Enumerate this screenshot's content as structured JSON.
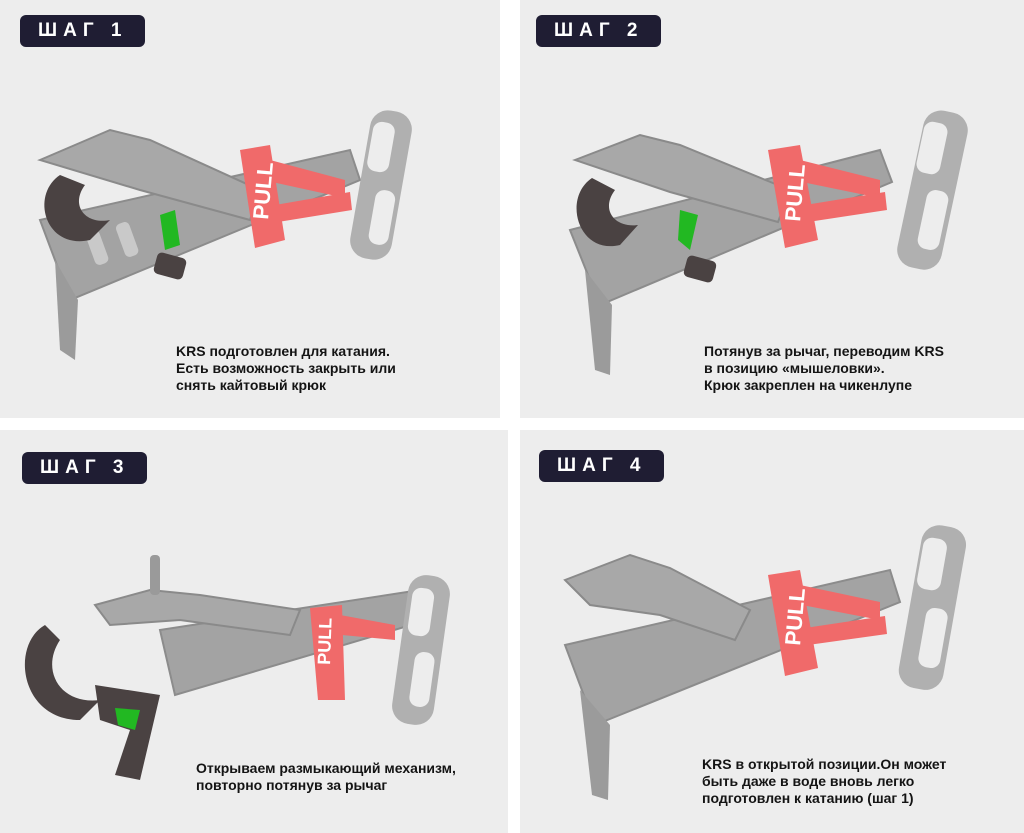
{
  "steps": [
    {
      "badge": "ШАГ 1",
      "caption": "KRS подготовлен для катания.\nЕсть возможность закрыть или\nснять  кайтовый крюк",
      "pull_label": "PULL"
    },
    {
      "badge": "ШАГ 2",
      "caption": "Потянув за рычаг, переводим KRS\nв позицию «мышеловки».\nКрюк закреплен на чикенлупе",
      "pull_label": "PULL"
    },
    {
      "badge": "ШАГ 3",
      "caption": "Открываем размыкающий механизм,\nповторно потянув за рычаг",
      "pull_label": "PULL"
    },
    {
      "badge": "ШАГ 4",
      "caption": "KRS в открытой позиции.Он может\nбыть даже в воде  вновь  легко\nподготовлен к катанию (шаг 1)",
      "pull_label": "PULL"
    }
  ],
  "colors": {
    "badge_bg": "#1f1d33",
    "pull_red": "#f06a6a",
    "frame_gray": "#a9a9a9",
    "hook_dark": "#4a4242",
    "latch_green": "#22b822"
  }
}
